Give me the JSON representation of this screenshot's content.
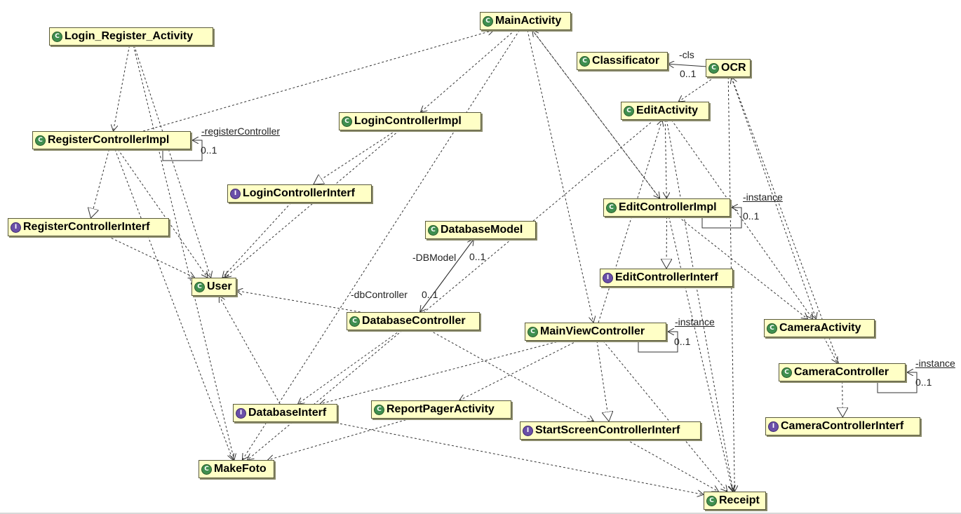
{
  "nodes": [
    {
      "id": "login_reg",
      "label": "Login_Register_Activity",
      "kind": "class"
    },
    {
      "id": "main",
      "label": "MainActivity",
      "kind": "class"
    },
    {
      "id": "classif",
      "label": "Classificator",
      "kind": "class"
    },
    {
      "id": "ocr",
      "label": "OCR",
      "kind": "class"
    },
    {
      "id": "edit",
      "label": "EditActivity",
      "kind": "class"
    },
    {
      "id": "loginimpl",
      "label": "LoginControllerImpl",
      "kind": "class"
    },
    {
      "id": "regimpl",
      "label": "RegisterControllerImpl",
      "kind": "class"
    },
    {
      "id": "logininterf",
      "label": "LoginControllerInterf",
      "kind": "interface"
    },
    {
      "id": "editimpl",
      "label": "EditControllerImpl",
      "kind": "class"
    },
    {
      "id": "reginterf",
      "label": "RegisterControllerInterf",
      "kind": "interface"
    },
    {
      "id": "dbmodel",
      "label": "DatabaseModel",
      "kind": "class"
    },
    {
      "id": "editinterf",
      "label": "EditControllerInterf",
      "kind": "interface"
    },
    {
      "id": "user",
      "label": "User",
      "kind": "class"
    },
    {
      "id": "dbctrl",
      "label": "DatabaseController",
      "kind": "class"
    },
    {
      "id": "mainview",
      "label": "MainViewController",
      "kind": "class"
    },
    {
      "id": "camact",
      "label": "CameraActivity",
      "kind": "class"
    },
    {
      "id": "camctrl",
      "label": "CameraController",
      "kind": "class"
    },
    {
      "id": "dbinterf",
      "label": "DatabaseInterf",
      "kind": "interface"
    },
    {
      "id": "report",
      "label": "ReportPagerActivity",
      "kind": "class"
    },
    {
      "id": "startinterf",
      "label": "StartScreenControllerInterf",
      "kind": "interface"
    },
    {
      "id": "caminterf",
      "label": "CameraControllerInterf",
      "kind": "interface"
    },
    {
      "id": "makefoto",
      "label": "MakeFoto",
      "kind": "class"
    },
    {
      "id": "receipt",
      "label": "Receipt",
      "kind": "class"
    }
  ],
  "labels": {
    "cls": "-cls",
    "cls_mult": "0..1",
    "reg_ctrl": "-registerController",
    "reg_mult": "0..1",
    "edit_inst": "-instance",
    "edit_mult": "0..1",
    "dbmodel_role": "-DBModel",
    "dbmodel_mult": "0..1",
    "dbctrl_role": "-dbController",
    "dbctrl_mult": "0..1",
    "mv_inst": "-instance",
    "mv_mult": "0..1",
    "cam_inst": "-instance",
    "cam_mult": "0..1"
  },
  "edges": [
    {
      "from": "login_reg",
      "to": "regimpl",
      "kind": "dependency"
    },
    {
      "from": "login_reg",
      "to": "user",
      "kind": "dependency"
    },
    {
      "from": "login_reg",
      "to": "makefoto",
      "kind": "dependency"
    },
    {
      "from": "regimpl",
      "to": "main",
      "kind": "dependency"
    },
    {
      "from": "regimpl",
      "to": "reginterf",
      "kind": "realization"
    },
    {
      "from": "regimpl",
      "to": "user",
      "kind": "dependency"
    },
    {
      "from": "regimpl",
      "to": "makefoto",
      "kind": "dependency"
    },
    {
      "from": "regimpl",
      "to": "regimpl",
      "kind": "self-association"
    },
    {
      "from": "reginterf",
      "to": "user",
      "kind": "dependency"
    },
    {
      "from": "loginimpl",
      "to": "logininterf",
      "kind": "realization"
    },
    {
      "from": "loginimpl",
      "to": "user",
      "kind": "dependency"
    },
    {
      "from": "logininterf",
      "to": "user",
      "kind": "dependency"
    },
    {
      "from": "main",
      "to": "loginimpl",
      "kind": "dependency"
    },
    {
      "from": "main",
      "to": "makefoto",
      "kind": "dependency"
    },
    {
      "from": "main",
      "to": "mainview",
      "kind": "dependency"
    },
    {
      "from": "dbctrl",
      "to": "dbmodel",
      "kind": "association"
    },
    {
      "from": "dbmodel",
      "to": "dbctrl",
      "kind": "association"
    },
    {
      "from": "dbctrl",
      "to": "user",
      "kind": "dependency"
    },
    {
      "from": "dbctrl",
      "to": "dbinterf",
      "kind": "dependency"
    },
    {
      "from": "dbctrl",
      "to": "startinterf",
      "kind": "dependency"
    },
    {
      "from": "dbinterf",
      "to": "user",
      "kind": "dependency"
    },
    {
      "from": "dbinterf",
      "to": "receipt",
      "kind": "dependency"
    },
    {
      "from": "ocr",
      "to": "classif",
      "kind": "association"
    },
    {
      "from": "ocr",
      "to": "edit",
      "kind": "dependency"
    },
    {
      "from": "ocr",
      "to": "camact",
      "kind": "dependency"
    },
    {
      "from": "ocr",
      "to": "receipt",
      "kind": "dependency"
    },
    {
      "from": "edit",
      "to": "editimpl",
      "kind": "dependency"
    },
    {
      "from": "edit",
      "to": "receipt",
      "kind": "dependency"
    },
    {
      "from": "edit",
      "to": "camact",
      "kind": "dependency"
    },
    {
      "from": "edit",
      "to": "makefoto",
      "kind": "dependency"
    },
    {
      "from": "editimpl",
      "to": "main",
      "kind": "dependency"
    },
    {
      "from": "editimpl",
      "to": "editinterf",
      "kind": "realization"
    },
    {
      "from": "editimpl",
      "to": "camact",
      "kind": "dependency"
    },
    {
      "from": "editimpl",
      "to": "receipt",
      "kind": "dependency"
    },
    {
      "from": "editimpl",
      "to": "editimpl",
      "kind": "self-association"
    },
    {
      "from": "mainview",
      "to": "dbinterf",
      "kind": "dependency"
    },
    {
      "from": "mainview",
      "to": "startinterf",
      "kind": "realization"
    },
    {
      "from": "mainview",
      "to": "report",
      "kind": "dependency"
    },
    {
      "from": "mainview",
      "to": "receipt",
      "kind": "dependency"
    },
    {
      "from": "mainview",
      "to": "edit",
      "kind": "dependency"
    },
    {
      "from": "mainview",
      "to": "mainview",
      "kind": "self-association"
    },
    {
      "from": "camact",
      "to": "camctrl",
      "kind": "dependency"
    },
    {
      "from": "camctrl",
      "to": "caminterf",
      "kind": "realization"
    },
    {
      "from": "camctrl",
      "to": "ocr",
      "kind": "dependency"
    },
    {
      "from": "camctrl",
      "to": "camctrl",
      "kind": "self-association"
    },
    {
      "from": "report",
      "to": "makefoto",
      "kind": "dependency"
    },
    {
      "from": "startinterf",
      "to": "receipt",
      "kind": "dependency"
    },
    {
      "from": "main",
      "to": "editimpl",
      "kind": "dependency"
    }
  ],
  "colors": {
    "node_fill": "#ffffc6",
    "node_border": "#5a5a3c",
    "class_icon": "#3f8f4f",
    "interface_icon": "#6a4fa8",
    "edge": "#333333"
  }
}
